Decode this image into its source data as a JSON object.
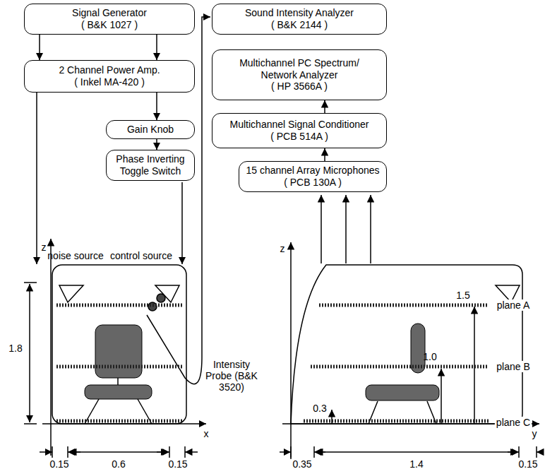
{
  "diagram": {
    "nodes": [
      {
        "text": [
          "Signal Generator",
          "( B&K 1027 )"
        ]
      },
      {
        "text": [
          "2 Channel Power Amp.",
          "( Inkel MA-420 )"
        ]
      },
      {
        "text": [
          "Gain Knob"
        ]
      },
      {
        "text": [
          "Phase Inverting Toggle Switch"
        ]
      },
      {
        "text": [
          "Sound Intensity Analyzer",
          "( B&K 2144 )"
        ]
      },
      {
        "text": [
          "Multichannel PC Spectrum/ Network Analyzer",
          "( HP 3566A )"
        ]
      },
      {
        "text": [
          "Multichannel Signal Conditioner",
          "( PCB 514A )"
        ]
      },
      {
        "text": [
          "15 channel Array Microphones",
          "( PCB 130A )"
        ]
      }
    ],
    "edges": [
      {
        "from": 0,
        "to": 1,
        "arrow": "to"
      },
      {
        "from": 0,
        "to": 1,
        "arrow": "to"
      },
      {
        "from": 1,
        "to": 2,
        "arrow": "to"
      },
      {
        "from": 2,
        "to": 3,
        "arrow": "to"
      },
      {
        "from": 7,
        "to": 6,
        "arrow": "to"
      },
      {
        "from": 6,
        "to": 5,
        "arrow": "to"
      }
    ],
    "labels": [
      "z",
      "noise source",
      "control source",
      "1.8",
      "x",
      "0.15",
      "0.6",
      "0.15",
      "Intensity Probe (B&K 3520)",
      "z",
      "1.5",
      "1.0",
      "0.3",
      "plane A",
      "plane B",
      "plane C",
      "y",
      "0.35",
      "1.4",
      "0.15"
    ]
  }
}
